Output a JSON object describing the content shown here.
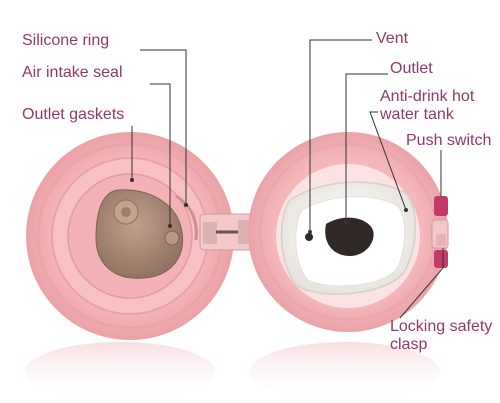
{
  "labels": {
    "silicone_ring": "Silicone ring",
    "air_intake_seal": "Air intake seal",
    "outlet_gaskets": "Outlet gaskets",
    "vent": "Vent",
    "outlet": "Outlet",
    "anti_drink_line1": "Anti-drink hot",
    "anti_drink_line2": "water tank",
    "push_switch": "Push switch",
    "locking_line1": "Locking safety",
    "locking_line2": "clasp"
  },
  "colors": {
    "label_text": "#8e3a6a",
    "leader_line": "#333333",
    "lid_pink": "#f4b3b6",
    "lid_pink_light": "#f9cfd1",
    "gasket_brown": "#a98a76",
    "insert_white": "#f6f4f0",
    "hinge_dark": "#4a3838",
    "switch_magenta": "#c23a6a"
  }
}
